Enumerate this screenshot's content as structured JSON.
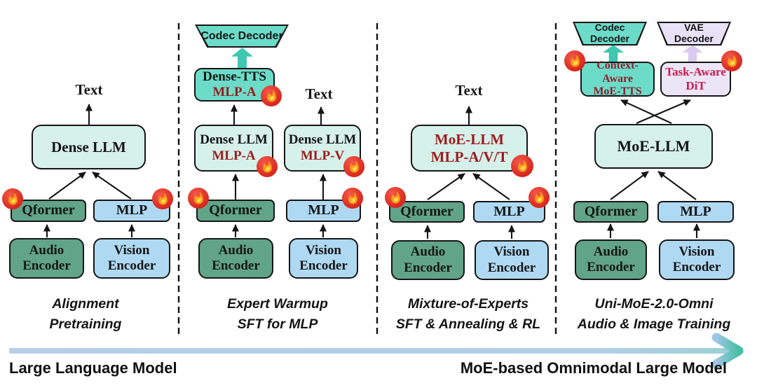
{
  "stages": [
    {
      "caption": [
        "Alignment",
        "Pretraining"
      ],
      "output_label": "Text",
      "llm": "Dense LLM",
      "qformer": "Qformer",
      "mlp": "MLP",
      "audio_encoder": [
        "Audio",
        "Encoder"
      ],
      "vision_encoder": [
        "Vision",
        "Encoder"
      ]
    },
    {
      "caption": [
        "Expert Warmup",
        "SFT for MLP"
      ],
      "codec_decoder": "Codec Decoder",
      "dense_tts": [
        "Dense-TTS",
        "MLP-A"
      ],
      "llm_audio": [
        "Dense LLM",
        "MLP-A"
      ],
      "llm_vision": [
        "Dense LLM",
        "MLP-V"
      ],
      "output_label": "Text",
      "qformer": "Qformer",
      "mlp": "MLP",
      "audio_encoder": [
        "Audio",
        "Encoder"
      ],
      "vision_encoder": [
        "Vision",
        "Encoder"
      ]
    },
    {
      "caption": [
        "Mixture-of-Experts",
        "SFT & Annealing & RL"
      ],
      "output_label": "Text",
      "llm": [
        "MoE-LLM",
        "MLP-A/V/T"
      ],
      "qformer": "Qformer",
      "mlp": "MLP",
      "audio_encoder": [
        "Audio",
        "Encoder"
      ],
      "vision_encoder": [
        "Vision",
        "Encoder"
      ]
    },
    {
      "caption": [
        "Uni-MoE-2.0-Omni",
        "Audio & Image Training"
      ],
      "codec_decoder": [
        "Codec",
        "Decoder"
      ],
      "vae_decoder": [
        "VAE",
        "Decoder"
      ],
      "moe_tts": [
        "Context-Aware",
        "MoE-TTS"
      ],
      "dit": [
        "Task-Aware",
        "DiT"
      ],
      "llm": "MoE-LLM",
      "qformer": "Qformer",
      "mlp": "MLP",
      "audio_encoder": [
        "Audio",
        "Encoder"
      ],
      "vision_encoder": [
        "Vision",
        "Encoder"
      ]
    }
  ],
  "timeline": {
    "left_label": "Large Language Model",
    "right_label": "MoE-based Omnimodal Large Model"
  },
  "icons": {
    "fire_badge": "flame-trainable-indicator"
  },
  "colors": {
    "mint_box": "#d6f0ea",
    "teal_box": "#6cdcc9",
    "green_box": "#61a489",
    "blue_box": "#afd9f3",
    "lavender_box": "#ece5f8",
    "trainable_text_dark_red": "#9b1c1c",
    "moe_tts_text_maroon": "#8e1f2e",
    "dit_text_crimson": "#cb1b4b",
    "fire_badge_red": "#d7261d",
    "timeline_band_blue": "#b6cde9",
    "timeline_arrow_teal": "#45c0a5"
  }
}
